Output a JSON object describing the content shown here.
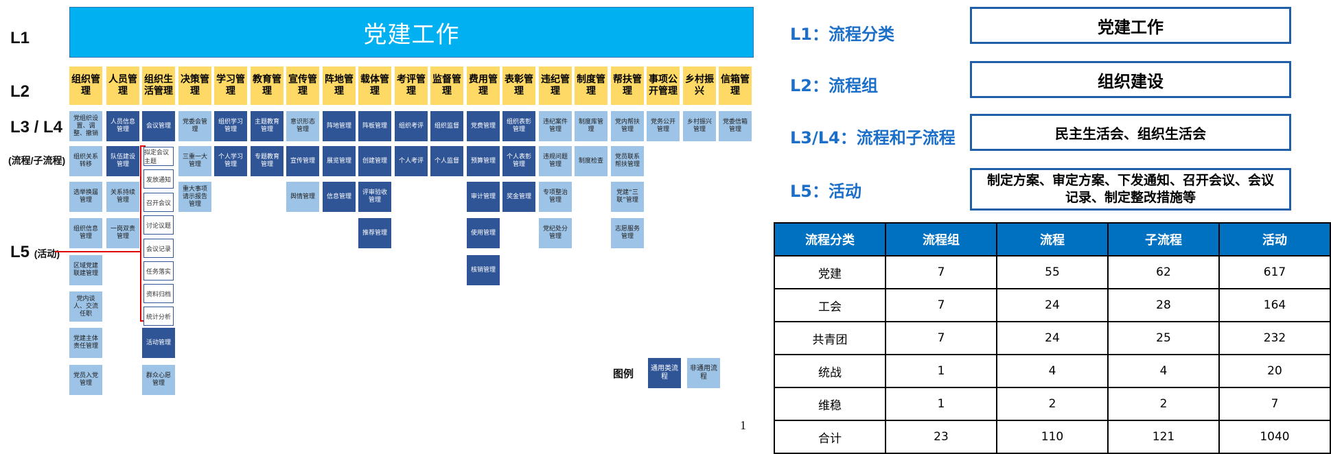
{
  "left_labels": {
    "l1": "L1",
    "l2": "L2",
    "l3l4": "L3 / L4",
    "l3l4_sub": "(流程/子流程)",
    "l5": "L5",
    "l5_sub": "(活动)"
  },
  "l1_title": "党建工作",
  "l2_groups": [
    "组织管理",
    "人员管理",
    "组织生活管理",
    "决策管理",
    "学习管理",
    "教育管理",
    "宣传管理",
    "阵地管理",
    "载体管理",
    "考评管理",
    "监督管理",
    "费用管理",
    "表彰管理",
    "违纪管理",
    "制度管理",
    "帮扶管理",
    "事项公开管理",
    "乡村振兴",
    "信箱管理"
  ],
  "process_cells": [
    {
      "text": "党组织设置、调整、撤销",
      "style": "light"
    },
    {
      "text": "人员信息管理",
      "style": "dark"
    },
    {
      "text": "会议管理",
      "style": "dark"
    },
    {
      "text": "党委会管理",
      "style": "light"
    },
    {
      "text": "组织学习管理",
      "style": "dark"
    },
    {
      "text": "主题教育管理",
      "style": "dark"
    },
    {
      "text": "意识形态管理",
      "style": "light"
    },
    {
      "text": "阵地管理",
      "style": "dark"
    },
    {
      "text": "阵板管理",
      "style": "dark"
    },
    {
      "text": "组织考评",
      "style": "dark"
    },
    {
      "text": "组织监督",
      "style": "dark"
    },
    {
      "text": "党费管理",
      "style": "dark"
    },
    {
      "text": "组织表彰管理",
      "style": "dark"
    },
    {
      "text": "违纪案件管理",
      "style": "light"
    },
    {
      "text": "制度库管理",
      "style": "light"
    },
    {
      "text": "党内帮扶管理",
      "style": "light"
    },
    {
      "text": "党务公开管理",
      "style": "light"
    },
    {
      "text": "乡村振兴管理",
      "style": "light"
    },
    {
      "text": "党委信箱管理",
      "style": "light"
    },
    {
      "text": "组织关系转移",
      "style": "light"
    },
    {
      "text": "队伍建设管理",
      "style": "dark"
    },
    {
      "text": "三重一大管理",
      "style": "light"
    },
    {
      "text": "个人学习管理",
      "style": "dark"
    },
    {
      "text": "专题教育管理",
      "style": "dark"
    },
    {
      "text": "宣传管理",
      "style": "dark"
    },
    {
      "text": "展览管理",
      "style": "dark"
    },
    {
      "text": "创建管理",
      "style": "dark"
    },
    {
      "text": "个人考评",
      "style": "dark"
    },
    {
      "text": "个人监督",
      "style": "dark"
    },
    {
      "text": "预算管理",
      "style": "dark"
    },
    {
      "text": "个人表彰管理",
      "style": "dark"
    },
    {
      "text": "违规问题管理",
      "style": "light"
    },
    {
      "text": "制度检查",
      "style": "light"
    },
    {
      "text": "党员联系帮扶管理",
      "style": "light"
    },
    {
      "text": "选举换届管理",
      "style": "light"
    },
    {
      "text": "关系持续管理",
      "style": "light"
    },
    {
      "text": "重大事项请示报告管理",
      "style": "light"
    },
    {
      "text": "舆情管理",
      "style": "light"
    },
    {
      "text": "信息管理",
      "style": "dark"
    },
    {
      "text": "评审验收管理",
      "style": "dark"
    },
    {
      "text": "审计管理",
      "style": "dark"
    },
    {
      "text": "奖金管理",
      "style": "dark"
    },
    {
      "text": "专项整治管理",
      "style": "light"
    },
    {
      "text": "党建“三联”管理",
      "style": "light"
    },
    {
      "text": "组织信息管理",
      "style": "light"
    },
    {
      "text": "一岗双责管理",
      "style": "light"
    },
    {
      "text": "推荐管理",
      "style": "dark"
    },
    {
      "text": "使用管理",
      "style": "dark"
    },
    {
      "text": "党纪处分管理",
      "style": "light"
    },
    {
      "text": "志愿服务管理",
      "style": "light"
    },
    {
      "text": "区域党建联建管理",
      "style": "light"
    },
    {
      "text": "核销管理",
      "style": "dark"
    },
    {
      "text": "党内谈人、交流任职",
      "style": "light"
    },
    {
      "text": "党建主体责任管理",
      "style": "light"
    },
    {
      "text": "活动管理",
      "style": "dark"
    },
    {
      "text": "党员入党管理",
      "style": "light"
    },
    {
      "text": "群众心愿管理",
      "style": "light"
    }
  ],
  "activities": [
    "拟定会议主题",
    "发放通知",
    "召开会议",
    "讨论议题",
    "会议记录",
    "任务落实",
    "资料归档",
    "统计分析"
  ],
  "legend": {
    "title": "图例",
    "dark_label": "通用类流程",
    "light_label": "非通用流程"
  },
  "page_number": "1",
  "right_rows": [
    {
      "label": "L1：流程分类",
      "value": "党建工作"
    },
    {
      "label": "L2：流程组",
      "value": "组织建设"
    },
    {
      "label": "L3/L4：流程和子流程",
      "value": "民主生活会、组织生活会"
    },
    {
      "label": "L5：活动",
      "value": "制定方案、审定方案、下发通知、召开会议、会议记录、制定整改措施等"
    }
  ],
  "table": {
    "headers": [
      "流程分类",
      "流程组",
      "流程",
      "子流程",
      "活动"
    ],
    "rows": [
      [
        "党建",
        "7",
        "55",
        "62",
        "617"
      ],
      [
        "工会",
        "7",
        "24",
        "28",
        "164"
      ],
      [
        "共青团",
        "7",
        "24",
        "25",
        "232"
      ],
      [
        "统战",
        "1",
        "4",
        "4",
        "20"
      ],
      [
        "维稳",
        "1",
        "2",
        "2",
        "7"
      ],
      [
        "合计",
        "23",
        "110",
        "121",
        "1040"
      ]
    ]
  },
  "colors": {
    "l1_bar": "#00b0f0",
    "l2_box": "#ffd966",
    "dark_cell": "#2f5597",
    "light_cell": "#9dc3e6",
    "right_label": "#1b6fc8",
    "table_header": "#0070c0",
    "connector": "#e00000"
  }
}
